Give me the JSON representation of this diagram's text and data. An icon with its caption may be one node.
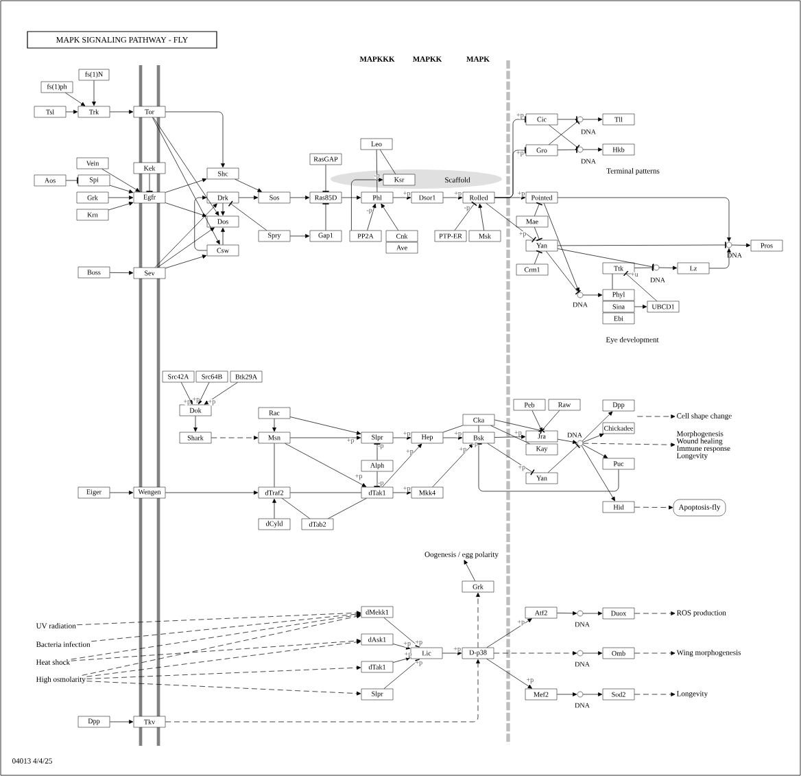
{
  "diagram": {
    "title": "MAPK SIGNALING PATHWAY - FLY",
    "nodes": [
      {
        "text": [
          "fs(1)N"
        ]
      },
      {
        "text": [
          "fs(1)ph"
        ]
      },
      {
        "text": [
          "Tsl"
        ]
      },
      {
        "text": [
          "Trk"
        ]
      },
      {
        "text": [
          "Tor"
        ]
      },
      {
        "text": [
          "Vein"
        ]
      },
      {
        "text": [
          "Aos"
        ]
      },
      {
        "text": [
          "Spi"
        ]
      },
      {
        "text": [
          "Grk"
        ]
      },
      {
        "text": [
          "Krn"
        ]
      },
      {
        "text": [
          "Kek"
        ]
      },
      {
        "text": [
          "Egfr"
        ]
      },
      {
        "text": [
          "Boss"
        ]
      },
      {
        "text": [
          "Sev"
        ]
      },
      {
        "text": [
          "Shc"
        ]
      },
      {
        "text": [
          "Drk"
        ]
      },
      {
        "text": [
          "Dos"
        ]
      },
      {
        "text": [
          "Csw"
        ]
      },
      {
        "text": [
          "Sos"
        ]
      },
      {
        "text": [
          "Spry"
        ]
      },
      {
        "text": [
          "RasGAP"
        ]
      },
      {
        "text": [
          "Ras85D"
        ]
      },
      {
        "text": [
          "Gap1"
        ]
      },
      {
        "text": [
          "Scaffold"
        ]
      },
      {
        "text": [
          "Leo"
        ]
      },
      {
        "text": [
          "Ksr"
        ]
      },
      {
        "text": [
          "Phl"
        ]
      },
      {
        "text": [
          "PP2A"
        ]
      },
      {
        "text": [
          "Cnk"
        ]
      },
      {
        "text": [
          "Ave"
        ]
      },
      {
        "text": [
          "Dsor1"
        ]
      },
      {
        "text": [
          "Rolled"
        ]
      },
      {
        "text": [
          "PTP-ER"
        ]
      },
      {
        "text": [
          "Msk"
        ]
      },
      {
        "text": [
          "Cic"
        ]
      },
      {
        "text": [
          "Gro"
        ]
      },
      {
        "text": [],
        "shape": "circle",
        "beside": [
          "DNA"
        ]
      },
      {
        "text": [
          "Tll"
        ]
      },
      {
        "text": [],
        "shape": "circle",
        "beside": [
          "DNA"
        ]
      },
      {
        "text": [
          "Hkb"
        ]
      },
      {
        "text": [
          "Pointed"
        ]
      },
      {
        "text": [
          "Mae"
        ]
      },
      {
        "text": [
          "Yan"
        ]
      },
      {
        "text": [
          "Crm1"
        ]
      },
      {
        "text": [],
        "shape": "circle",
        "beside": [
          "DNA"
        ]
      },
      {
        "text": [
          "Pros"
        ]
      },
      {
        "text": [
          "Ttk"
        ]
      },
      {
        "text": [],
        "shape": "circle",
        "beside": [
          "DNA"
        ]
      },
      {
        "text": [
          "Lz"
        ]
      },
      {
        "text": [],
        "shape": "circle",
        "beside": [
          "DNA"
        ]
      },
      {
        "text": [
          "Phyl"
        ]
      },
      {
        "text": [
          "Sina"
        ]
      },
      {
        "text": [
          "Ebi"
        ]
      },
      {
        "text": [
          "UBCD1"
        ]
      },
      {
        "text": [
          "Src42A"
        ]
      },
      {
        "text": [
          "Src64B"
        ]
      },
      {
        "text": [
          "Btk29A"
        ]
      },
      {
        "text": [
          "Dok"
        ]
      },
      {
        "text": [
          "Shark"
        ]
      },
      {
        "text": [
          "Rac"
        ]
      },
      {
        "text": [
          "Msn"
        ]
      },
      {
        "text": [
          "Slpr"
        ]
      },
      {
        "text": [
          "Alph"
        ]
      },
      {
        "text": [
          "Hep"
        ]
      },
      {
        "text": [
          "Cka"
        ]
      },
      {
        "text": [
          "Bsk"
        ]
      },
      {
        "text": [
          "Peb"
        ]
      },
      {
        "text": [
          "Raw"
        ]
      },
      {
        "text": [
          "Jra"
        ]
      },
      {
        "text": [
          "Kay"
        ]
      },
      {
        "text": [
          "Yan"
        ]
      },
      {
        "text": [],
        "shape": "circle",
        "beside": [
          "DNA"
        ]
      },
      {
        "text": [
          "Dpp"
        ]
      },
      {
        "text": [
          "Chickadee"
        ]
      },
      {
        "text": [
          "Puc"
        ]
      },
      {
        "text": [
          "Hid"
        ]
      },
      {
        "text": [
          "Cell shape change"
        ]
      },
      {
        "text": [
          "Morphogenesis",
          "Wound healing",
          "Immune response",
          "Longevity"
        ]
      },
      {
        "text": [
          "Apoptosis-fly"
        ]
      },
      {
        "text": [
          "Eiger"
        ]
      },
      {
        "text": [
          "Wengen"
        ]
      },
      {
        "text": [
          "dTraf2"
        ]
      },
      {
        "text": [
          "dTak1"
        ]
      },
      {
        "text": [
          "Mkk4"
        ]
      },
      {
        "text": [
          "dCyld"
        ]
      },
      {
        "text": [
          "dTab2"
        ]
      },
      {
        "text": [
          "Oogenesis / egg polarity"
        ]
      },
      {
        "text": [
          "Grk"
        ]
      },
      {
        "text": [
          "UV radiation"
        ]
      },
      {
        "text": [
          "Bacteria infection"
        ]
      },
      {
        "text": [
          "Heat shock"
        ]
      },
      {
        "text": [
          "High osmolarity"
        ]
      },
      {
        "text": [
          "dMekk1"
        ]
      },
      {
        "text": [
          "dAsk1"
        ]
      },
      {
        "text": [
          "dTak1"
        ]
      },
      {
        "text": [
          "Slpr"
        ]
      },
      {
        "text": [
          "Lic"
        ]
      },
      {
        "text": [
          "D-p38"
        ]
      },
      {
        "text": [
          "Atf2"
        ]
      },
      {
        "text": [],
        "shape": "circle",
        "beside": [
          "DNA"
        ]
      },
      {
        "text": [
          "Duox"
        ]
      },
      {
        "text": [
          "ROS production"
        ]
      },
      {
        "text": [],
        "shape": "circle",
        "beside": [
          "DNA"
        ]
      },
      {
        "text": [
          "Omb"
        ]
      },
      {
        "text": [
          "Wing morphogenesis"
        ]
      },
      {
        "text": [
          "Mef2"
        ]
      },
      {
        "text": [],
        "shape": "circle",
        "beside": [
          "DNA"
        ]
      },
      {
        "text": [
          "Sod2"
        ]
      },
      {
        "text": [
          "Longevity"
        ]
      },
      {
        "text": [
          "Dpp"
        ]
      },
      {
        "text": [
          "Tkv"
        ]
      }
    ],
    "edges": [
      {
        "from": 1,
        "to": 3,
        "arrow": "to"
      },
      {
        "from": 0,
        "to": 3,
        "arrow": "to"
      },
      {
        "from": 2,
        "to": 3,
        "arrow": "to"
      },
      {
        "from": 3,
        "to": 4,
        "arrow": "to"
      },
      {
        "from": 4,
        "to": 14,
        "arrow": "to"
      },
      {
        "from": 4,
        "to": 16,
        "arrow": "to"
      },
      {
        "from": 4,
        "to": 17,
        "arrow": "to"
      },
      {
        "from": 5,
        "to": 11,
        "arrow": "to"
      },
      {
        "from": 7,
        "to": 11,
        "arrow": "to"
      },
      {
        "from": 8,
        "to": 11,
        "arrow": "to"
      },
      {
        "from": 9,
        "to": 11,
        "arrow": "to"
      },
      {
        "from": 6,
        "to": 7,
        "arrow": "other"
      },
      {
        "from": 10,
        "to": 11,
        "arrow": "other"
      },
      {
        "from": 11,
        "to": 14,
        "arrow": "to"
      },
      {
        "from": 11,
        "to": 16,
        "arrow": "to"
      },
      {
        "from": 12,
        "to": 13,
        "arrow": "to"
      },
      {
        "from": 13,
        "to": 15,
        "arrow": "to"
      },
      {
        "from": 13,
        "to": 16,
        "arrow": "to"
      },
      {
        "from": 13,
        "to": 17,
        "arrow": "to"
      },
      {
        "from": 17,
        "to": 16,
        "arrow": "to"
      },
      {
        "from": 15,
        "to": 16,
        "arrow": "to"
      },
      {
        "from": 17,
        "to": 15,
        "arrow": "to"
      },
      {
        "from": 14,
        "to": 18,
        "arrow": "to"
      },
      {
        "from": 15,
        "to": 18,
        "arrow": "to"
      },
      {
        "from": 19,
        "to": 15,
        "arrow": "other"
      },
      {
        "from": 18,
        "to": 21,
        "arrow": "to"
      },
      {
        "from": 19,
        "to": 22,
        "arrow": "to"
      },
      {
        "from": 20,
        "to": 21,
        "arrow": "other"
      },
      {
        "from": 22,
        "to": 21,
        "arrow": "other"
      },
      {
        "from": 21,
        "to": 26,
        "arrow": "to"
      },
      {
        "from": 24,
        "to": 26,
        "arrow": "none"
      },
      {
        "from": 24,
        "to": 25,
        "arrow": "none"
      },
      {
        "from": 27,
        "to": 25,
        "arrow": "to",
        "label": "-p"
      },
      {
        "from": 27,
        "to": 26,
        "arrow": "to",
        "label": "-p"
      },
      {
        "from": 28,
        "to": 26,
        "arrow": "to"
      },
      {
        "from": 26,
        "to": 30,
        "arrow": "to",
        "label": "+p"
      },
      {
        "from": 30,
        "to": 31,
        "arrow": "to",
        "label": "+p"
      },
      {
        "from": 32,
        "to": 31,
        "arrow": "other",
        "label": "-p"
      },
      {
        "from": 33,
        "to": 31,
        "arrow": "to"
      },
      {
        "from": 31,
        "to": 34,
        "arrow": "other",
        "label": "+p"
      },
      {
        "from": 31,
        "to": 35,
        "arrow": "other",
        "label": "+p"
      },
      {
        "from": 31,
        "to": 40,
        "arrow": "to",
        "label": "+p"
      },
      {
        "from": 31,
        "to": 42,
        "arrow": "other",
        "label": "+p"
      },
      {
        "from": 34,
        "to": 36,
        "arrow": "other"
      },
      {
        "from": 35,
        "to": 36,
        "arrow": "other"
      },
      {
        "from": 34,
        "to": 38,
        "arrow": "other"
      },
      {
        "from": 35,
        "to": 38,
        "arrow": "other"
      },
      {
        "from": 36,
        "to": 37,
        "arrow": "to"
      },
      {
        "from": 38,
        "to": 39,
        "arrow": "to"
      },
      {
        "from": 41,
        "to": 40,
        "arrow": "other"
      },
      {
        "from": 41,
        "to": 42,
        "arrow": "other"
      },
      {
        "from": 43,
        "to": 42,
        "arrow": "other"
      },
      {
        "from": 40,
        "to": 44,
        "arrow": "to"
      },
      {
        "from": 42,
        "to": 44,
        "arrow": "other"
      },
      {
        "from": 48,
        "to": 44,
        "arrow": "to"
      },
      {
        "from": 44,
        "to": 45,
        "arrow": "to"
      },
      {
        "from": 42,
        "to": 47,
        "arrow": "other"
      },
      {
        "from": 46,
        "to": 47,
        "arrow": "other"
      },
      {
        "from": 47,
        "to": 48,
        "arrow": "to"
      },
      {
        "from": 40,
        "to": 49,
        "arrow": "to"
      },
      {
        "from": 42,
        "to": 49,
        "arrow": "other"
      },
      {
        "from": 49,
        "to": 50,
        "arrow": "to"
      },
      {
        "from": 51,
        "to": 53,
        "arrow": "to"
      },
      {
        "from": 46,
        "to": 50,
        "arrow": "none"
      },
      {
        "from": 53,
        "to": 46,
        "arrow": "other",
        "label": "+u"
      },
      {
        "from": 54,
        "to": 57,
        "arrow": "to",
        "label": "+p"
      },
      {
        "from": 55,
        "to": 57,
        "arrow": "to",
        "label": "+p"
      },
      {
        "from": 56,
        "to": 57,
        "arrow": "to",
        "label": "+p"
      },
      {
        "from": 57,
        "to": 58,
        "arrow": "to"
      },
      {
        "from": 58,
        "to": 60,
        "arrow": "to",
        "style": "dashed"
      },
      {
        "from": 59,
        "to": 60,
        "arrow": "to"
      },
      {
        "from": 59,
        "to": 61,
        "arrow": "to"
      },
      {
        "from": 60,
        "to": 61,
        "arrow": "to",
        "label": "+p"
      },
      {
        "from": 60,
        "to": 82,
        "arrow": "to",
        "label": "+p"
      },
      {
        "from": 60,
        "to": 81,
        "arrow": "none"
      },
      {
        "from": 62,
        "to": 61,
        "arrow": "other",
        "label": "-p"
      },
      {
        "from": 62,
        "to": 82,
        "arrow": "other",
        "label": "-p"
      },
      {
        "from": 61,
        "to": 63,
        "arrow": "to",
        "label": "+p"
      },
      {
        "from": 63,
        "to": 65,
        "arrow": "to",
        "label": "+p"
      },
      {
        "from": 82,
        "to": 63,
        "arrow": "to",
        "label": "+p"
      },
      {
        "from": 82,
        "to": 83,
        "arrow": "to",
        "label": "+p"
      },
      {
        "from": 83,
        "to": 65,
        "arrow": "to",
        "label": "+p"
      },
      {
        "from": 64,
        "to": 63,
        "arrow": "none"
      },
      {
        "from": 64,
        "to": 65,
        "arrow": "none"
      },
      {
        "from": 64,
        "to": 68,
        "arrow": "other"
      },
      {
        "from": 64,
        "to": 69,
        "arrow": "none"
      },
      {
        "from": 65,
        "to": 68,
        "arrow": "to",
        "label": "+p"
      },
      {
        "from": 65,
        "to": 70,
        "arrow": "other",
        "label": "+p"
      },
      {
        "from": 66,
        "to": 68,
        "arrow": "other"
      },
      {
        "from": 67,
        "to": 68,
        "arrow": "other"
      },
      {
        "from": 68,
        "to": 71,
        "arrow": "to"
      },
      {
        "from": 70,
        "to": 71,
        "arrow": "other"
      },
      {
        "from": 71,
        "to": 72,
        "arrow": "to"
      },
      {
        "from": 71,
        "to": 73,
        "arrow": "to"
      },
      {
        "from": 71,
        "to": 74,
        "arrow": "to"
      },
      {
        "from": 71,
        "to": 75,
        "arrow": "to"
      },
      {
        "from": 71,
        "to": 77,
        "arrow": "to",
        "style": "dashed"
      },
      {
        "from": 72,
        "to": 76,
        "arrow": "to",
        "style": "dashed"
      },
      {
        "from": 75,
        "to": 78,
        "arrow": "to",
        "style": "dashed"
      },
      {
        "from": 74,
        "to": 65,
        "arrow": "other",
        "label": "-p"
      },
      {
        "from": 79,
        "to": 80,
        "arrow": "to"
      },
      {
        "from": 80,
        "to": 81,
        "arrow": "to"
      },
      {
        "from": 81,
        "to": 82,
        "arrow": "none"
      },
      {
        "from": 84,
        "to": 81,
        "arrow": "to"
      },
      {
        "from": 85,
        "to": 81,
        "arrow": "none"
      },
      {
        "from": 85,
        "to": 82,
        "arrow": "none"
      },
      {
        "from": 88,
        "to": 92,
        "arrow": "to",
        "style": "dashed"
      },
      {
        "from": 89,
        "to": 92,
        "arrow": "to",
        "style": "dashed"
      },
      {
        "from": 90,
        "to": 92,
        "arrow": "to",
        "style": "dashed"
      },
      {
        "from": 90,
        "to": 93,
        "arrow": "to",
        "style": "dashed"
      },
      {
        "from": 91,
        "to": 92,
        "arrow": "to",
        "style": "dashed"
      },
      {
        "from": 91,
        "to": 93,
        "arrow": "to",
        "style": "dashed"
      },
      {
        "from": 91,
        "to": 94,
        "arrow": "to",
        "style": "dashed"
      },
      {
        "from": 91,
        "to": 95,
        "arrow": "to",
        "style": "dashed"
      },
      {
        "from": 92,
        "to": 96,
        "arrow": "to",
        "label": "+p"
      },
      {
        "from": 93,
        "to": 96,
        "arrow": "to",
        "label": "+p"
      },
      {
        "from": 94,
        "to": 96,
        "arrow": "to",
        "label": "+p"
      },
      {
        "from": 95,
        "to": 96,
        "arrow": "to",
        "label": "+p"
      },
      {
        "from": 96,
        "to": 97,
        "arrow": "to",
        "label": "+p"
      },
      {
        "from": 97,
        "to": 87,
        "arrow": "to",
        "style": "dashed"
      },
      {
        "from": 87,
        "to": 86,
        "arrow": "to"
      },
      {
        "from": 97,
        "to": 98,
        "arrow": "to",
        "label": "+p"
      },
      {
        "from": 97,
        "to": 102,
        "arrow": "to",
        "style": "dashed"
      },
      {
        "from": 97,
        "to": 105,
        "arrow": "to",
        "label": "+p"
      },
      {
        "from": 98,
        "to": 99,
        "arrow": "to"
      },
      {
        "from": 99,
        "to": 100,
        "arrow": "to"
      },
      {
        "from": 100,
        "to": 101,
        "arrow": "to",
        "style": "dashed"
      },
      {
        "from": 102,
        "to": 103,
        "arrow": "to"
      },
      {
        "from": 103,
        "to": 104,
        "arrow": "to",
        "style": "dashed"
      },
      {
        "from": 105,
        "to": 106,
        "arrow": "to"
      },
      {
        "from": 106,
        "to": 107,
        "arrow": "to"
      },
      {
        "from": 107,
        "to": 108,
        "arrow": "to",
        "style": "dashed"
      },
      {
        "from": 109,
        "to": 110,
        "arrow": "to"
      },
      {
        "from": 110,
        "to": 97,
        "arrow": "to",
        "style": "dashed"
      }
    ],
    "labels": [
      "MAPKKK",
      "MAPKK",
      "MAPK",
      "Terminal patterns",
      "Eye development",
      "04013 4/4/25"
    ]
  }
}
